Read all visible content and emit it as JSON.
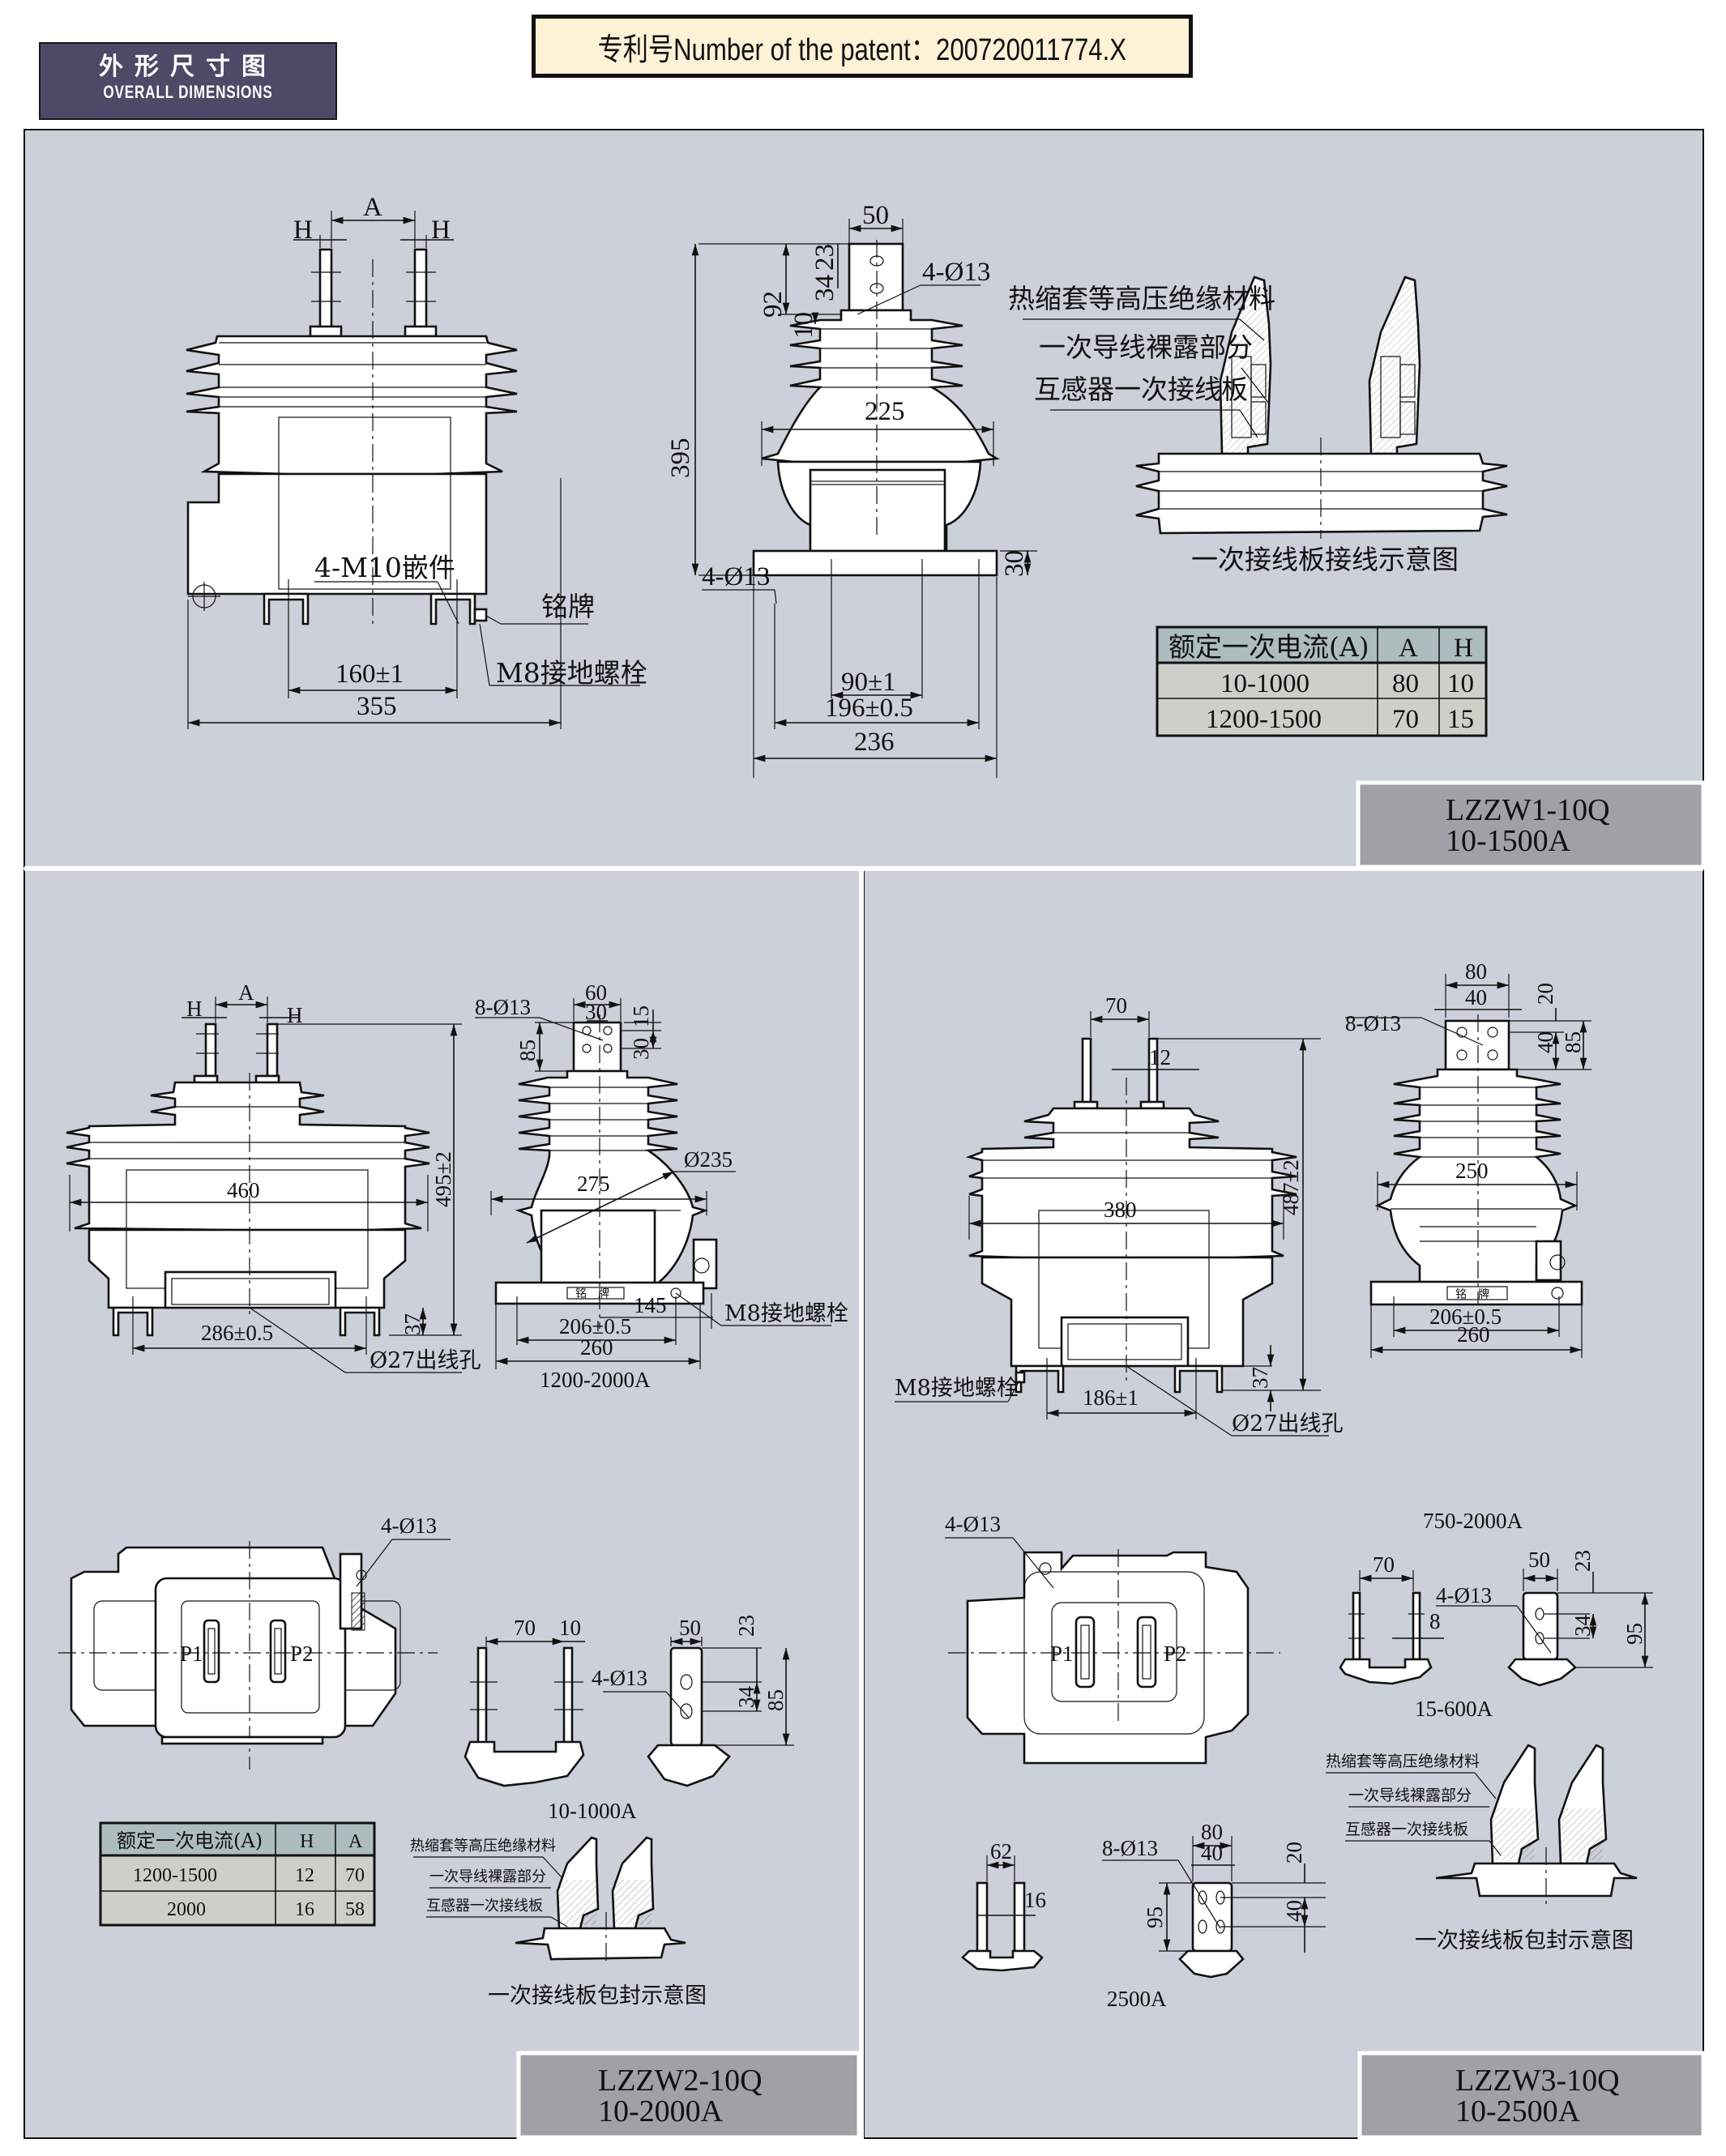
{
  "header": {
    "title_cn": "外形尺寸图",
    "title_en": "OVERALL DIMENSIONS",
    "patent": "专利号Number of the patent：200720011774.X"
  },
  "colors": {
    "panel_bg": "#cbd0da",
    "header_bg": "#4d4966",
    "patent_bg": "#fdf1d6",
    "model_box_bg": "#a0a1a6",
    "table_header_bg": "#adbcbe",
    "table_body_bg": "#cfcfca"
  },
  "panel1": {
    "model": "LZZW1-10Q",
    "range": "10-1500A",
    "front": {
      "labels": {
        "A": "A",
        "H1": "H",
        "H2": "H"
      },
      "insert": "4-M10嵌件",
      "nameplate": "铭牌",
      "ground": "M8接地螺栓",
      "dim_160": "160±1",
      "dim_355": "355"
    },
    "side": {
      "d50": "50",
      "d23": "23",
      "d34": "34",
      "d92": "92",
      "d10": "10",
      "holes_top": "4-Ø13",
      "d395": "395",
      "d225": "225",
      "holes_base": "4-Ø13",
      "d30": "30",
      "d90": "90±1",
      "d196": "196±0.5",
      "d236": "236"
    },
    "wiring": {
      "label1": "热缩套等高压绝缘材料",
      "label2": "一次导线裸露部分",
      "label3": "互感器一次接线板",
      "caption": "一次接线板接线示意图"
    },
    "table": {
      "headers": [
        "额定一次电流(A)",
        "A",
        "H"
      ],
      "rows": [
        [
          "10-1000",
          "80",
          "10"
        ],
        [
          "1200-1500",
          "70",
          "15"
        ]
      ]
    }
  },
  "panel2": {
    "model": "LZZW2-10Q",
    "range": "10-2000A",
    "front": {
      "A": "A",
      "H1": "H",
      "H2": "H",
      "d460": "460",
      "d495": "495±2",
      "d37": "37",
      "d286": "286±0.5",
      "outlet": "Ø27出线孔"
    },
    "side": {
      "holes": "8-Ø13",
      "d60": "60",
      "d30a": "30",
      "d15": "15",
      "d85": "85",
      "d30b": "30",
      "dia": "Ø235",
      "d275": "275",
      "nameplate": "铭　牌",
      "ground": "M8接地螺栓",
      "d145": "145",
      "d206": "206±0.5",
      "d260": "260",
      "caption": "1200-2000A"
    },
    "top": {
      "holes": "4-Ø13",
      "p1": "P1",
      "p2": "P2"
    },
    "terminal_small": {
      "d70": "70",
      "d10": "10",
      "holes": "4-Ø13",
      "d50": "50",
      "d23": "23",
      "d34": "34",
      "d85": "85",
      "caption": "10-1000A"
    },
    "table": {
      "headers": [
        "额定一次电流(A)",
        "H",
        "A"
      ],
      "rows": [
        [
          "1200-1500",
          "12",
          "70"
        ],
        [
          "2000",
          "16",
          "58"
        ]
      ]
    },
    "wiring": {
      "label1": "热缩套等高压绝缘材料",
      "label2": "一次导线裸露部分",
      "label3": "互感器一次接线板",
      "caption": "一次接线板包封示意图"
    }
  },
  "panel3": {
    "model": "LZZW3-10Q",
    "range": "10-2500A",
    "front": {
      "d70": "70",
      "d12": "12",
      "d487": "487±2",
      "d380": "380",
      "d37": "37",
      "d186": "186±1",
      "ground": "M8接地螺栓",
      "outlet": "Ø27出线孔"
    },
    "side": {
      "d80": "80",
      "d40": "40",
      "holes": "8-Ø13",
      "d20": "20",
      "d40b": "40",
      "d85": "85",
      "d250": "250",
      "nameplate": "铭　牌",
      "d206": "206±0.5",
      "d260": "260",
      "caption": "750-2000A"
    },
    "top": {
      "holes": "4-Ø13",
      "p1": "P1",
      "p2": "P2"
    },
    "terminal_600": {
      "d70": "70",
      "d8": "8",
      "holes": "4-Ø13",
      "d50": "50",
      "d23": "23",
      "d34": "34",
      "d95": "95",
      "caption": "15-600A"
    },
    "terminal_2500": {
      "d62": "62",
      "d16": "16",
      "holes": "8-Ø13",
      "d80": "80",
      "d40": "40",
      "d20": "20",
      "d40b": "40",
      "d95": "95",
      "caption": "2500A"
    },
    "wiring": {
      "label1": "热缩套等高压绝缘材料",
      "label2": "一次导线裸露部分",
      "label3": "互感器一次接线板",
      "caption": "一次接线板包封示意图"
    }
  }
}
